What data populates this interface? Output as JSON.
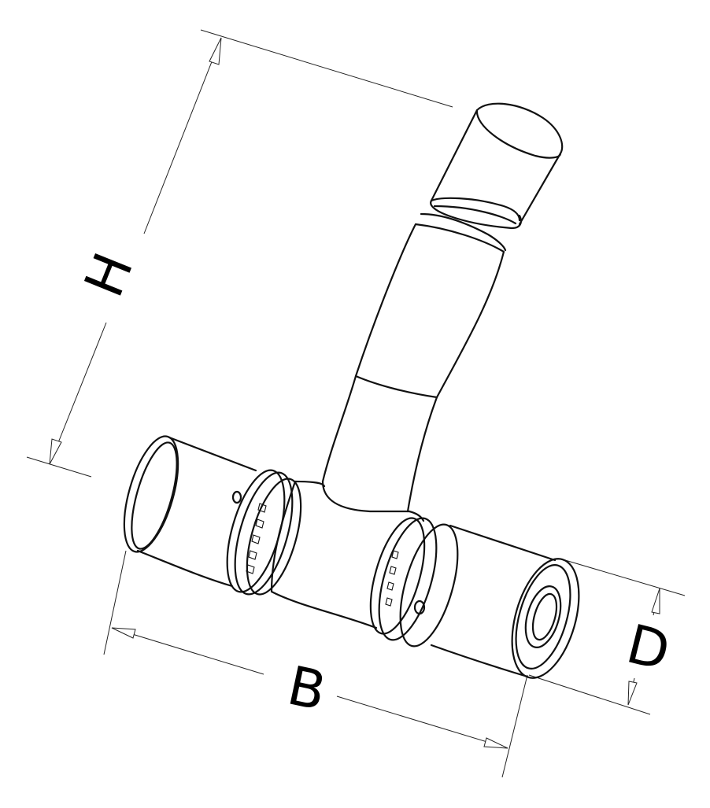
{
  "dimensions": {
    "height_label": "H",
    "width_label": "B",
    "diameter_label": "D"
  },
  "colors": {
    "line": "#111111",
    "background": "#ffffff"
  }
}
